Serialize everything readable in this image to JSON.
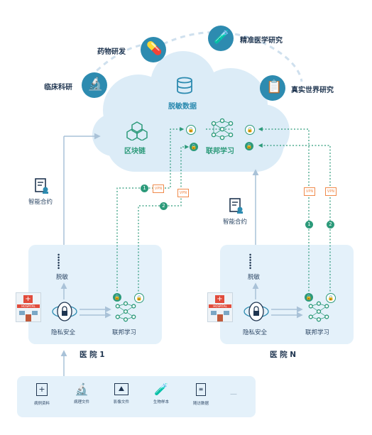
{
  "cloud": {
    "title": "脱敏数据"
  },
  "research": {
    "drug": "药物研发",
    "precision": "精准医学研究",
    "clinical": "临床科研",
    "realworld": "真实世界研究"
  },
  "blockchain": "区块链",
  "federated_cloud": "联邦学习",
  "smart_contract_left": "智能合约",
  "smart_contract_right": "智能合约",
  "hospital1": {
    "name": "医 院 1",
    "desensitize": "脱敏",
    "privacy": "隐私安全",
    "federated": "联邦学习",
    "sign": "HOSPITAL"
  },
  "hospitalN": {
    "name": "医 院 N",
    "desensitize": "脱敏",
    "privacy": "隐私安全",
    "federated": "联邦学习",
    "sign": "HOSPITAL"
  },
  "vpn": "VPN",
  "steps": [
    "1",
    "2"
  ],
  "sources": [
    "病例资料",
    "病理文件",
    "影像文件",
    "生物样本",
    "随访数据"
  ],
  "more": "—",
  "colors": {
    "accent": "#2d8bb0",
    "green": "#2c9a7a",
    "orange": "#f08a4b",
    "panel": "#e4f1fa"
  }
}
